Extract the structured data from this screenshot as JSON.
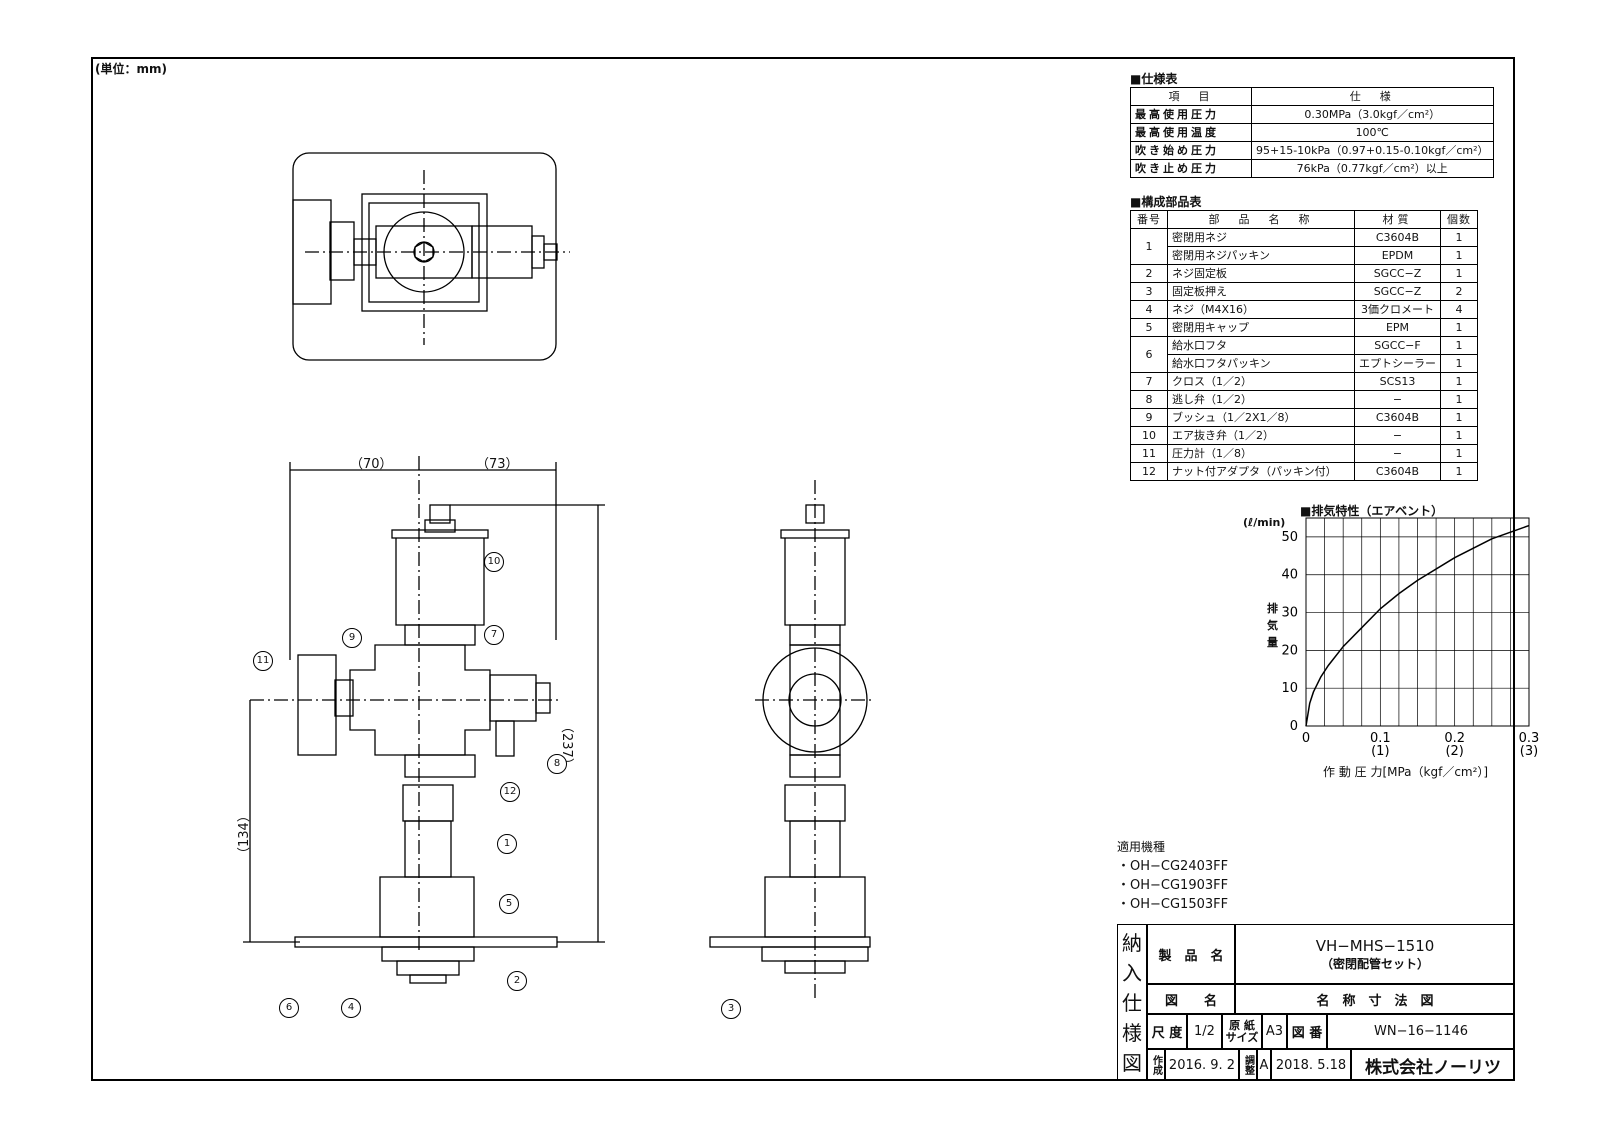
{
  "unit_label": "(単位：mm)",
  "spec_table": {
    "title": "■仕様表",
    "headers": [
      "項　目",
      "仕　様"
    ],
    "rows": [
      {
        "item": "最高使用圧力",
        "value": "0.30MPa（3.0kgf／cm²）"
      },
      {
        "item": "最高使用温度",
        "value": "100℃"
      },
      {
        "item": "吹き始め圧力",
        "value": "95+15-10kPa（0.97+0.15-0.10kgf／cm²）"
      },
      {
        "item": "吹き止め圧力",
        "value": "76kPa（0.77kgf／cm²）以上"
      }
    ]
  },
  "parts_table": {
    "title": "■構成部品表",
    "headers": [
      "番号",
      "部　品　名　称",
      "材質",
      "個数"
    ],
    "rows": [
      {
        "no": "1",
        "name": "密閉用ネジ",
        "material": "C3604B",
        "qty": "1"
      },
      {
        "no": "",
        "name": "密閉用ネジパッキン",
        "material": "EPDM",
        "qty": "1"
      },
      {
        "no": "2",
        "name": "ネジ固定板",
        "material": "SGCC−Z",
        "qty": "1"
      },
      {
        "no": "3",
        "name": "固定板押え",
        "material": "SGCC−Z",
        "qty": "2"
      },
      {
        "no": "4",
        "name": "ネジ（M4X16）",
        "material": "3価クロメート",
        "qty": "4"
      },
      {
        "no": "5",
        "name": "密閉用キャップ",
        "material": "EPM",
        "qty": "1"
      },
      {
        "no": "6",
        "name": "給水口フタ",
        "material": "SGCC−F",
        "qty": "1"
      },
      {
        "no": "",
        "name": "給水口フタパッキン",
        "material": "エプトシーラー",
        "qty": "1"
      },
      {
        "no": "7",
        "name": "クロス（1／2）",
        "material": "SCS13",
        "qty": "1"
      },
      {
        "no": "8",
        "name": "逃し弁（1／2）",
        "material": "−",
        "qty": "1"
      },
      {
        "no": "9",
        "name": "ブッシュ（1／2X1／8）",
        "material": "C3604B",
        "qty": "1"
      },
      {
        "no": "10",
        "name": "エア抜き弁（1／2）",
        "material": "−",
        "qty": "1"
      },
      {
        "no": "11",
        "name": "圧力計（1／8）",
        "material": "−",
        "qty": "1"
      },
      {
        "no": "12",
        "name": "ナット付アダプタ（パッキン付）",
        "material": "C3604B",
        "qty": "1"
      }
    ]
  },
  "chart_data": {
    "type": "line",
    "title": "■排気特性（エアベント）",
    "ylabel": "排気量",
    "ylabel_unit": "(ℓ/min)",
    "xlabel": "作 動 圧 力[MPa（kgf／cm²）]",
    "xlim": [
      0,
      0.3
    ],
    "ylim": [
      0,
      55
    ],
    "x_ticks": [
      "0",
      "0.1",
      "0.2",
      "0.3"
    ],
    "x_ticks_sub": [
      "(1)",
      "(2)",
      "(3)"
    ],
    "y_ticks": [
      "0",
      "10",
      "20",
      "30",
      "40",
      "50"
    ],
    "grid": true,
    "series": [
      {
        "x": [
          0,
          0.005,
          0.01,
          0.02,
          0.03,
          0.05,
          0.075,
          0.1,
          0.125,
          0.15,
          0.2,
          0.25,
          0.3
        ],
        "values": [
          0,
          6,
          9,
          13,
          16,
          21,
          26,
          31,
          35,
          38.5,
          44.5,
          49.5,
          53
        ]
      }
    ]
  },
  "models": {
    "heading": "適用機種",
    "items": [
      "・OH−CG2403FF",
      "・OH−CG1903FF",
      "・OH−CG1503FF"
    ]
  },
  "title_block": {
    "side": [
      "納",
      "入",
      "仕",
      "様",
      "図"
    ],
    "product_label": "製　品　名",
    "product_name": "VH−MHS−1510",
    "product_sub": "（密閉配管セット）",
    "drawing_label": "図　　名",
    "drawing_name": "名　称　寸　法　図",
    "scale_label": "尺 度",
    "scale": "1/2",
    "paper_label": "原 紙\nサイズ",
    "paper": "A3",
    "number_label": "図 番",
    "number": "WN−16−1146",
    "created_label": "作成",
    "created": "2016. 9. 2",
    "revised_label": "調整",
    "revision": "A",
    "revised": "2018. 5.18",
    "company": "株式会社ノーリツ"
  },
  "dimensions": {
    "d70": "（70）",
    "d73": "（73）",
    "d237": "（237）",
    "d134": "（134）"
  },
  "callouts": [
    "1",
    "2",
    "3",
    "4",
    "5",
    "6",
    "7",
    "8",
    "9",
    "10",
    "11",
    "12"
  ]
}
